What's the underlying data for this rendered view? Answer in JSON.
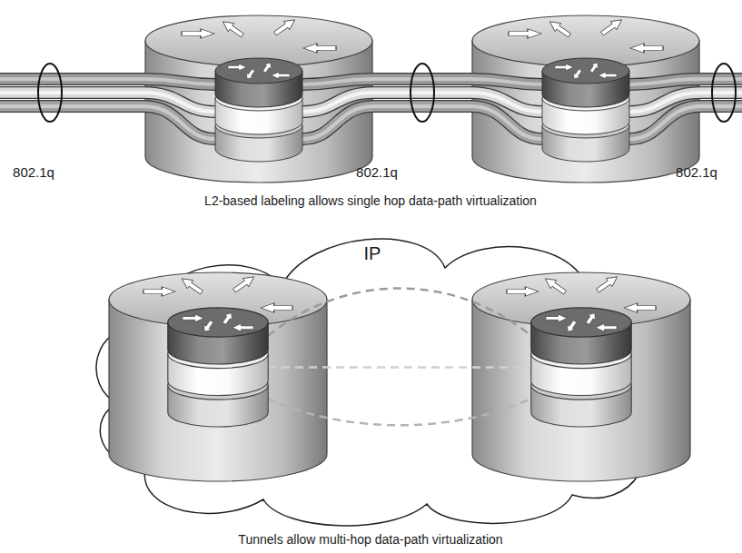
{
  "diagram": {
    "nodes": [
      {
        "text": [
          "IP"
        ]
      }
    ],
    "labels": [
      "802.1q",
      "802.1q",
      "802.1q",
      "L2-based labeling allows single hop data-path virtualization",
      "Tunnels allow multi-hop data-path virtualization"
    ]
  }
}
